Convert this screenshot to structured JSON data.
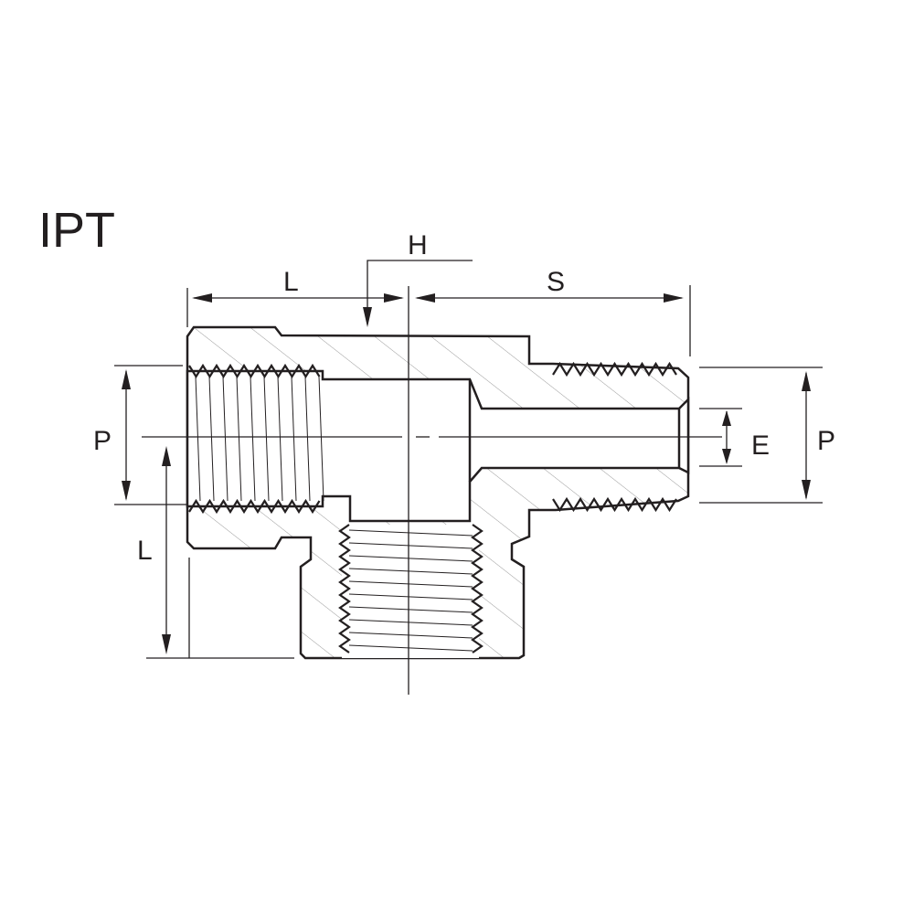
{
  "title": "IPT",
  "labels": {
    "h": "H",
    "l_top": "L",
    "s": "S",
    "p_left": "P",
    "e": "E",
    "p_right": "P",
    "l_left": "L"
  },
  "colors": {
    "ink": "#231f20",
    "hatch": "#8a8a8a"
  }
}
